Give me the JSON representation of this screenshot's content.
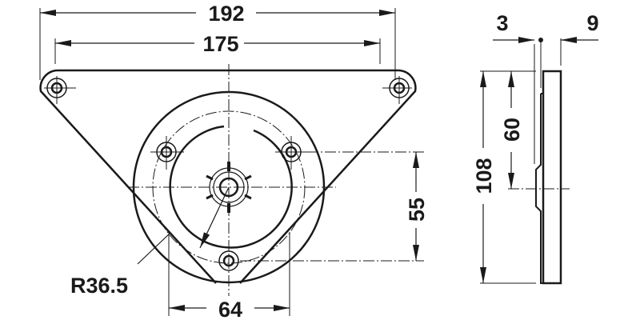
{
  "drawing": {
    "title": "Mounting plate technical drawing",
    "front_view": {
      "dimensions": {
        "overall_width": "192",
        "hole_spacing_top": "175",
        "vertical_offset": "55",
        "bottom_hole_spacing": "64",
        "radius": "R36.5"
      }
    },
    "side_view": {
      "dimensions": {
        "offset_left": "3",
        "thickness": "9",
        "overall_height": "108",
        "partial_height": "60"
      }
    },
    "colors": {
      "line": "#1a1a1a",
      "background": "#ffffff"
    }
  }
}
